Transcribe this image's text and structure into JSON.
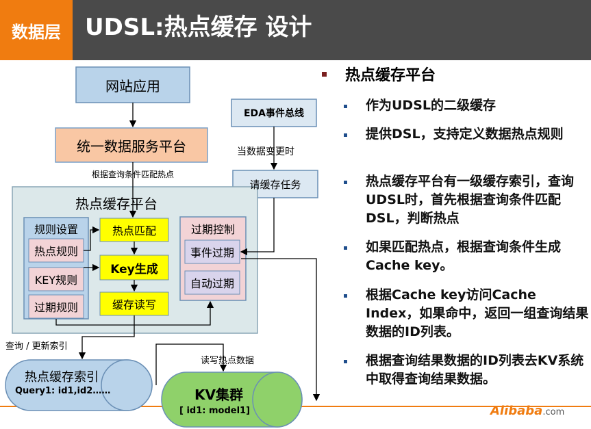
{
  "header": {
    "tag": "数据层",
    "title": "UDSL:热点缓存 设计"
  },
  "diagram": {
    "web_app": "网站应用",
    "unified_platform": "统一数据服务平台",
    "match_hotspot_note": "根据查询条件匹配热点",
    "eda_bus": "EDA事件总线",
    "on_data_change": "当数据变更时",
    "cache_request_task": "请缓存任务",
    "hot_cache_platform": "热点缓存平台",
    "rule_settings": "规则设置",
    "hot_rule": "热点规则",
    "key_rule": "KEY规则",
    "expire_rule": "过期规则",
    "hot_match": "热点匹配",
    "key_gen": "Key生成",
    "cache_rw": "缓存读写",
    "expire_control": "过期控制",
    "event_expire": "事件过期",
    "auto_expire": "自动过期",
    "query_update_index": "查询 / 更新索引",
    "rw_hot_data": "读写热点数据",
    "hot_cache_index": "热点缓存索引",
    "index_example": "Query1: id1,id2……",
    "kv_cluster": "KV集群",
    "kv_example": "[ id1: model1]"
  },
  "bullets": {
    "main": "热点缓存平台",
    "items": [
      "作为UDSL的二级缓存",
      "提供DSL，支持定义数据热点规则",
      "热点缓存平台有一级缓存索引，查询UDSL时，首先根据查询条件匹配DSL，判断热点",
      "如果匹配热点，根据查询条件生成Cache key。",
      "根据Cache key访问Cache Index，如果命中，返回一组查询结果数据的ID列表。",
      "根据查询结果数据的ID列表去KV系统中取得查询结果数据。"
    ]
  },
  "footer": {
    "logo": "Alibaba",
    "logo_suffix": ".com"
  },
  "colors": {
    "orange": "#f07c10",
    "header_gray": "#4a4a4a",
    "blue_box": "#b9d3ea",
    "peach_box": "#f9c7a4",
    "yellow_box": "#ffff00",
    "pink_box": "#f2d3d6",
    "lavender_box": "#d9d4ec",
    "green_kv": "#8fd16a",
    "teal_platform": "#dce8ea"
  }
}
